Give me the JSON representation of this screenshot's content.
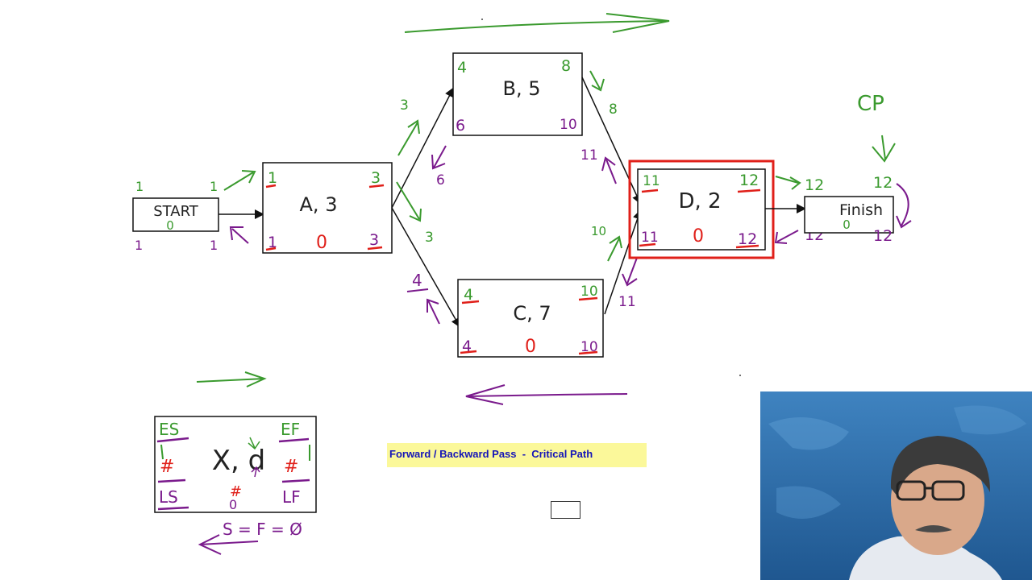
{
  "banner": {
    "text": "Forward / Backward Pass  -  Critical Path"
  },
  "cp_label": "CP",
  "nodes": {
    "start": {
      "label": "START",
      "inner": "0"
    },
    "a": {
      "label": "A, 3"
    },
    "b": {
      "label": "B, 5"
    },
    "c": {
      "label": "C, 7"
    },
    "d": {
      "label": "D, 2"
    },
    "finish": {
      "label": "Finish",
      "inner": "0"
    }
  },
  "legend": {
    "label": "X, d",
    "es": "ES",
    "ef": "EF",
    "ls": "LS",
    "lf": "LF",
    "slack_mark": "#",
    "zero": "0",
    "caption": "S = F = Ø"
  },
  "colors": {
    "forward": "#3a9a2e",
    "backward": "#7a1a8c",
    "slack": "#e0201a",
    "critical": "#e0201a",
    "banner_bg": "#fbf89a",
    "banner_text": "#1515b8"
  }
}
